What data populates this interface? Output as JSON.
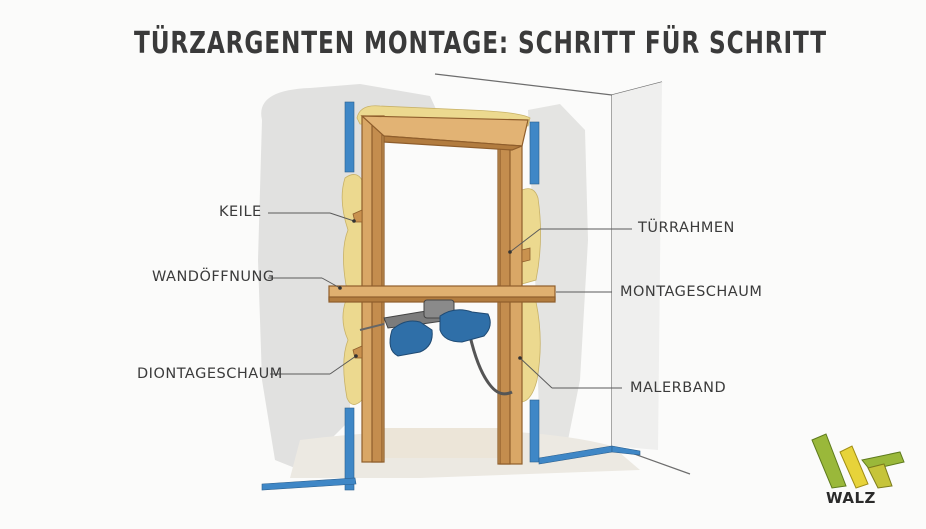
{
  "title": "TÜRZARGENTEN MONTAGE: SCHRITT FÜR SCHRITT",
  "labels": {
    "keile": "KEILE",
    "wandoeffnung": "WANDÖFFNUNG",
    "diontageschaum": "DIONTAGESCHAUM",
    "tuerrahmen": "TÜRRAHMEN",
    "montageschaum": "MONTAGESCHAUM",
    "malerband": "MALERBAND"
  },
  "logo": {
    "text": "WALZ"
  },
  "colors": {
    "wood": "#d9a766",
    "wood_dark": "#b27c3f",
    "tape": "#3f87c6",
    "glove": "#2f6fa8",
    "foam": "#ecd98f",
    "wall": "#e2e2e0",
    "logo_green": "#9ab83a",
    "logo_yellow": "#e7d33a"
  }
}
